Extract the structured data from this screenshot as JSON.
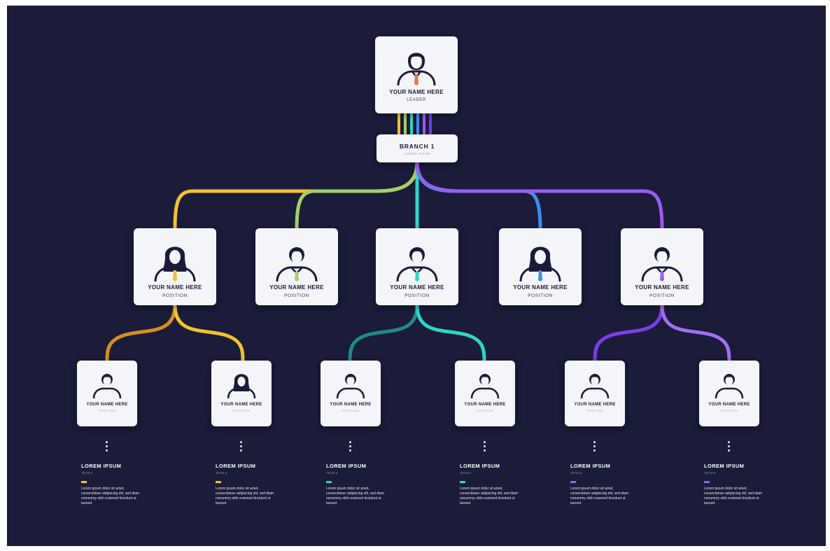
{
  "leader": {
    "name": "YOUR NAME HERE",
    "position": "LEADER",
    "tie_color": "#e07a3f"
  },
  "branch": {
    "title": "BRANCH 1",
    "subtitle": "LOREM IPSUM"
  },
  "managers": [
    {
      "name": "YOUR NAME HERE",
      "position": "POSITION",
      "gender": "female",
      "color": "#f2c230"
    },
    {
      "name": "YOUR NAME HERE",
      "position": "POSITION",
      "gender": "male",
      "color": "#a6cf6a"
    },
    {
      "name": "YOUR NAME HERE",
      "position": "POSITION",
      "gender": "male",
      "color": "#2ed6c4"
    },
    {
      "name": "YOUR NAME HERE",
      "position": "POSITION",
      "gender": "female",
      "color": "#3f8ef0"
    },
    {
      "name": "YOUR NAME HERE",
      "position": "POSITION",
      "gender": "male",
      "color": "#9b5cf0"
    }
  ],
  "members": [
    {
      "name": "YOUR NAME HERE",
      "position": "POSITION",
      "gender": "male"
    },
    {
      "name": "YOUR NAME HERE",
      "position": "POSITION",
      "gender": "female"
    },
    {
      "name": "YOUR NAME HERE",
      "position": "POSITION",
      "gender": "male"
    },
    {
      "name": "YOUR NAME HERE",
      "position": "POSITION",
      "gender": "male"
    },
    {
      "name": "YOUR NAME HERE",
      "position": "POSITION",
      "gender": "male"
    },
    {
      "name": "YOUR NAME HERE",
      "position": "POSITION",
      "gender": "male"
    }
  ],
  "teams": [
    {
      "title": "LOREM IPSUM",
      "subtitle": "TEAM 1",
      "color": "#f2c230",
      "text": "Lorem ipsum dolor sit amet, consectetuer adipiscing elit, sed diam nonummy nibh euismod tincidunt ut laoreet"
    },
    {
      "title": "LOREM IPSUM",
      "subtitle": "TEAM 2",
      "color": "#f2c230",
      "text": "Lorem ipsum dolor sit amet, consectetuer adipiscing elit, sed diam nonummy nibh euismod tincidunt ut laoreet"
    },
    {
      "title": "LOREM IPSUM",
      "subtitle": "TEAM 3",
      "color": "#2ed6c4",
      "text": "Lorem ipsum dolor sit amet, consectetuer adipiscing elit, sed diam nonummy nibh euismod tincidunt ut laoreet"
    },
    {
      "title": "LOREM IPSUM",
      "subtitle": "TEAM 4",
      "color": "#2ed6c4",
      "text": "Lorem ipsum dolor sit amet, consectetuer adipiscing elit, sed diam nonummy nibh euismod tincidunt ut laoreet"
    },
    {
      "title": "LOREM IPSUM",
      "subtitle": "TEAM 5",
      "color": "#9b5cf0",
      "text": "Lorem ipsum dolor sit amet, consectetuer adipiscing elit, sed diam nonummy nibh euismod tincidunt ut laoreet"
    },
    {
      "title": "LOREM IPSUM",
      "subtitle": "TEAM 6",
      "color": "#9b5cf0",
      "text": "Lorem ipsum dolor sit amet, consectetuer adipiscing elit, sed diam nonummy nibh euismod tincidunt ut laoreet"
    }
  ],
  "colors": {
    "background": "#1b1b3a",
    "card": "#f4f5f9",
    "ink": "#1b1b3a"
  }
}
